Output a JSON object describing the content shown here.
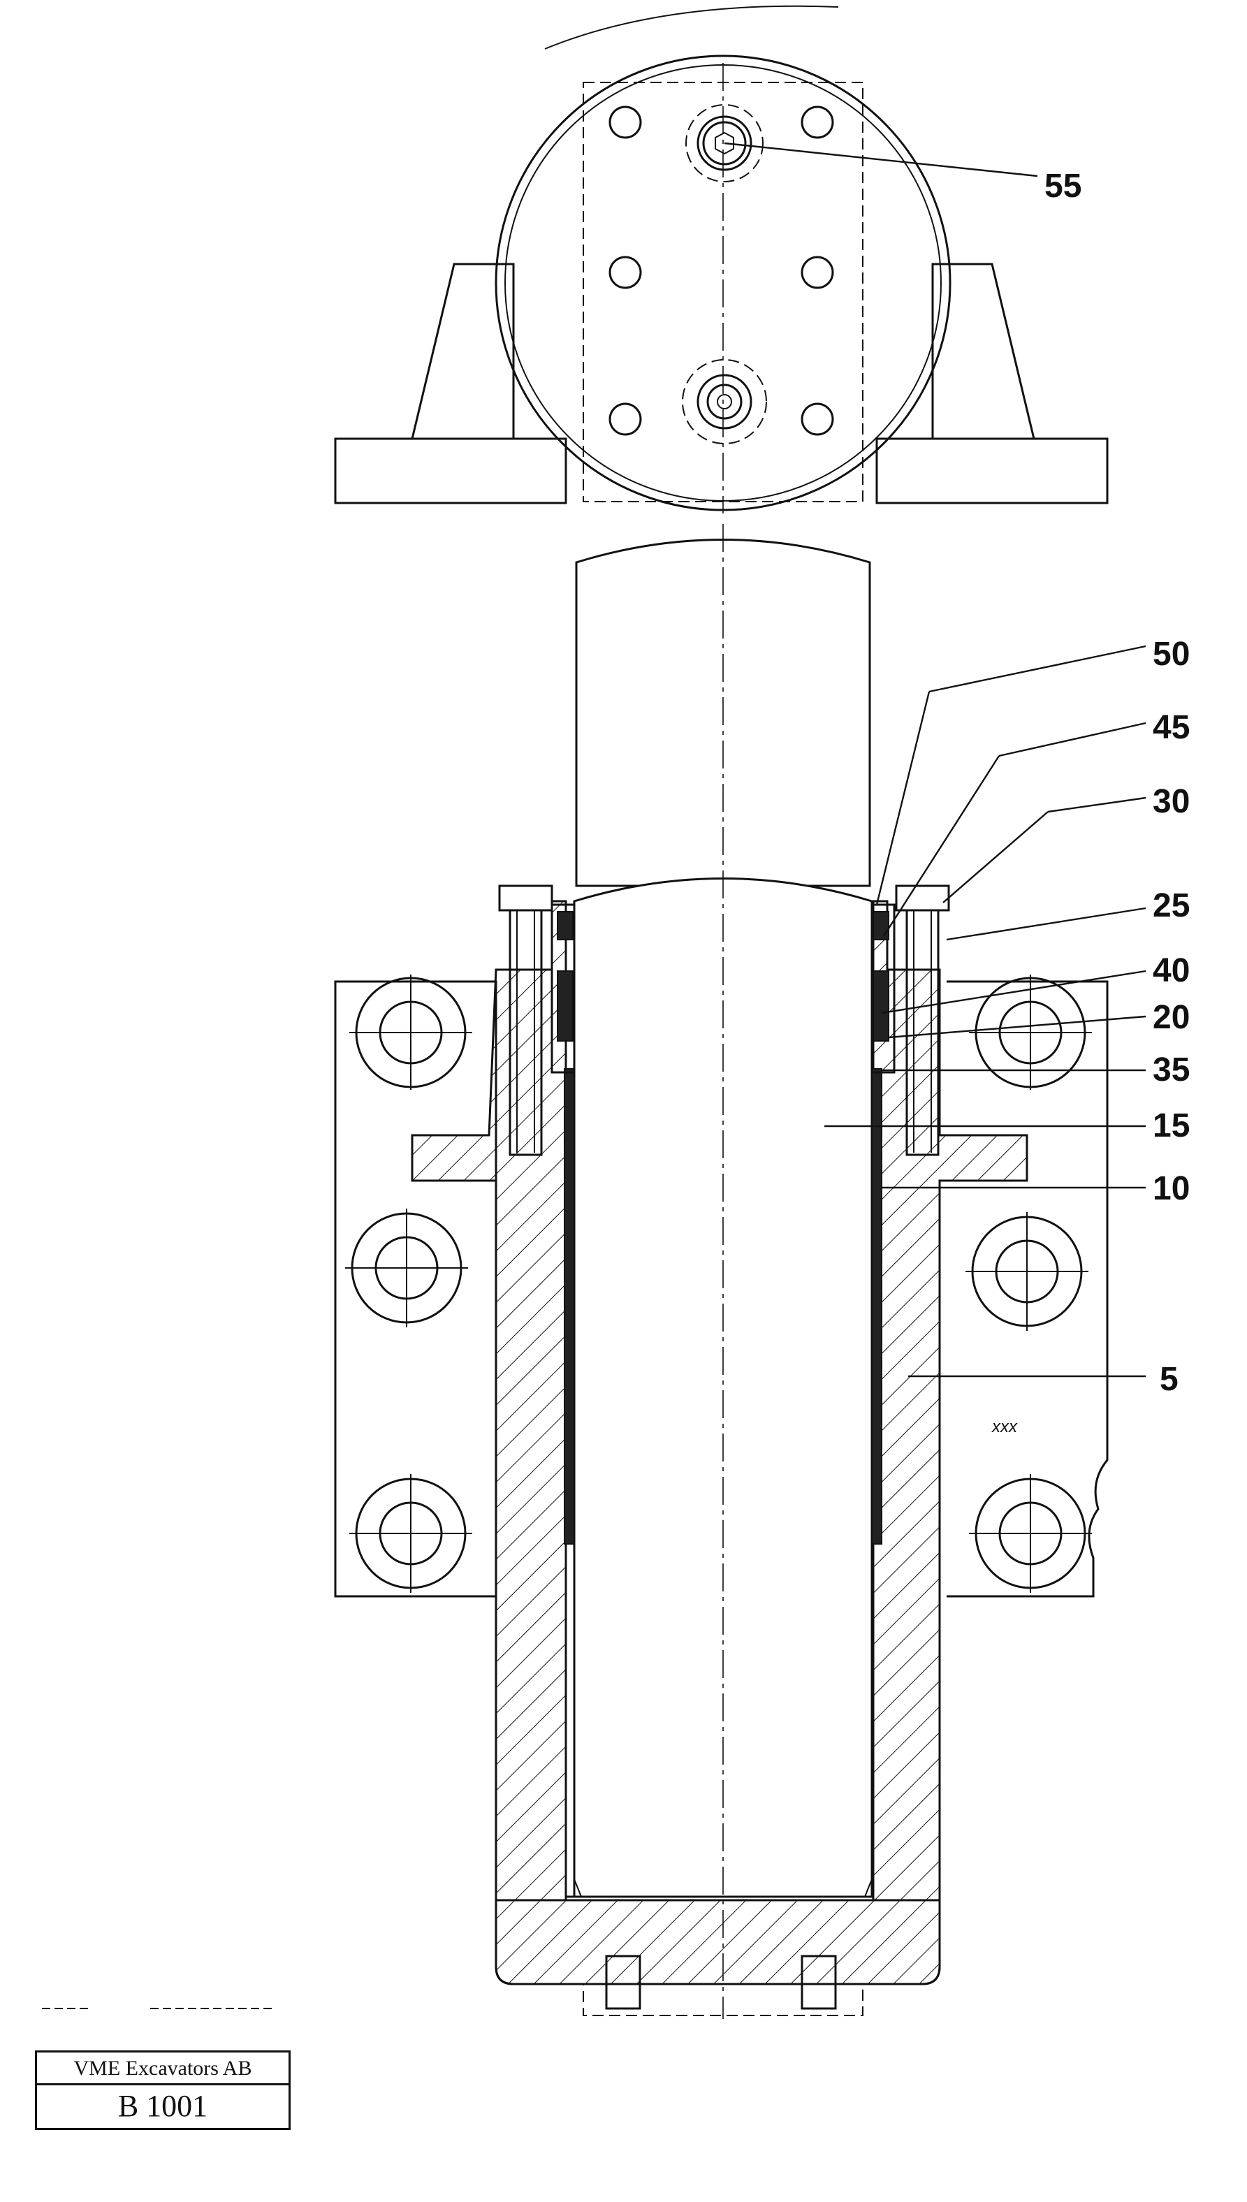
{
  "callouts": [
    {
      "id": "55",
      "label": "55"
    },
    {
      "id": "50",
      "label": "50"
    },
    {
      "id": "45",
      "label": "45"
    },
    {
      "id": "30",
      "label": "30"
    },
    {
      "id": "25",
      "label": "25"
    },
    {
      "id": "40",
      "label": "40"
    },
    {
      "id": "20",
      "label": "20"
    },
    {
      "id": "35",
      "label": "35"
    },
    {
      "id": "15",
      "label": "15"
    },
    {
      "id": "10",
      "label": "10"
    },
    {
      "id": "5",
      "label": "5"
    }
  ],
  "annotation_xxx": "xxx",
  "title_block": {
    "company": "VME Excavators AB",
    "code": "B 1001"
  }
}
